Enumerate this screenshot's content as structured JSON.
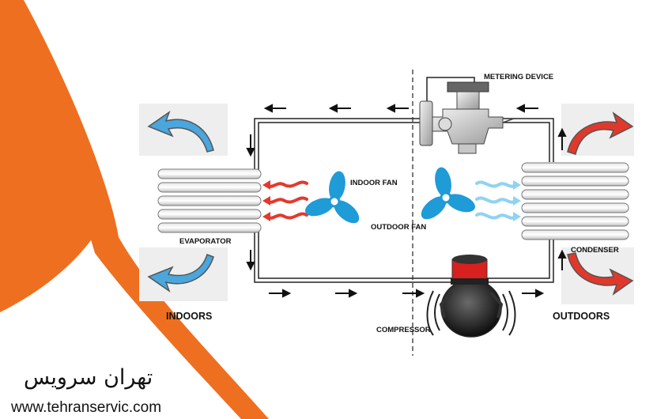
{
  "labels": {
    "metering_device": "METERING DEVICE",
    "indoor_fan": "INDOOR FAN",
    "outdoor_fan": "OUTDOOR FAN",
    "evaporator": "EVAPORATOR",
    "condenser": "CONDENSER",
    "indoors": "INDOORS",
    "outdoors": "OUTDOORS",
    "compressor": "COMPRESSOR"
  },
  "brand": {
    "name_fa": "تهران سرویس",
    "url": "www.tehranservic.com"
  },
  "colors": {
    "brand_orange": "#ee6f1f",
    "fan_blue": "#1f9bd7",
    "cool_arrow": "#4aa6dc",
    "hot_arrow": "#e0392b",
    "heat_wave": "#e23a2e",
    "cool_wave": "#8fd3f2",
    "pipe": "#222222"
  }
}
